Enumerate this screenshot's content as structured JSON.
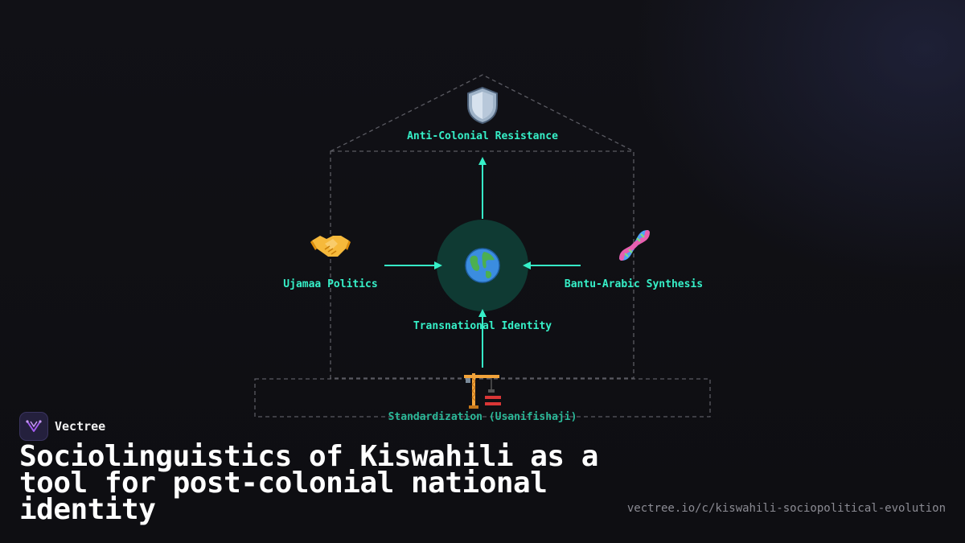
{
  "brand": {
    "name": "Vectree",
    "logo_icon": "vectree-logo-icon",
    "accent": "#a35cf0"
  },
  "diagram": {
    "accent": "#36f0c8",
    "center_fill": "#0f3a33",
    "nodes": {
      "top": {
        "label": "Anti-Colonial Resistance",
        "icon": "shield-icon"
      },
      "left": {
        "label": "Ujamaa Politics",
        "icon": "handshake-icon"
      },
      "right": {
        "label": "Bantu-Arabic Synthesis",
        "icon": "dna-icon"
      },
      "center": {
        "label": "Transnational Identity",
        "icon": "globe-icon"
      },
      "bottom": {
        "label": "Standardization (Usanifishaji)",
        "icon": "construction-crane-icon"
      }
    }
  },
  "footer": {
    "title": "Sociolinguistics of Kiswahili as a tool for post-colonial national identity",
    "url": "vectree.io/c/kiswahili-sociopolitical-evolution"
  }
}
